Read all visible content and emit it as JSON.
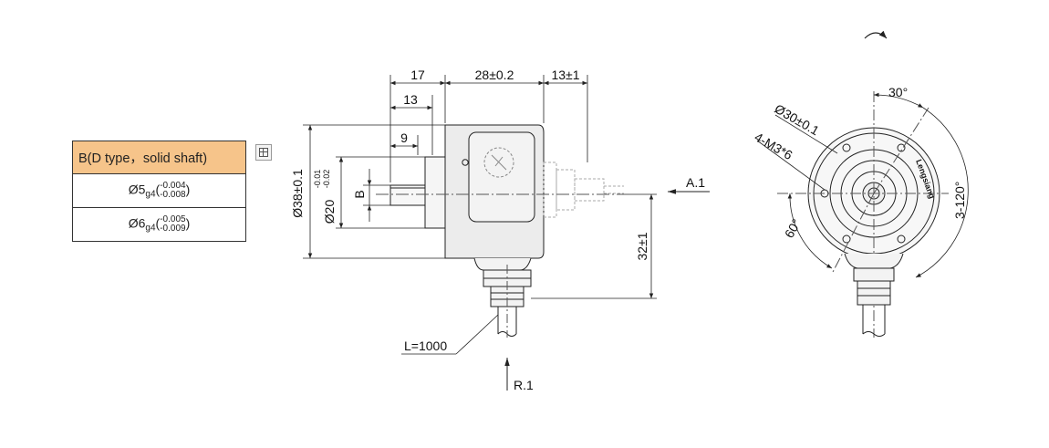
{
  "table": {
    "header": "B(D type，solid shaft)",
    "rows": [
      {
        "base": "Ø5",
        "sub": "g4",
        "tol_upper": "-0.004",
        "tol_lower": "-0.008"
      },
      {
        "base": "Ø6",
        "sub": "g4",
        "tol_upper": "-0.005",
        "tol_lower": "-0.009"
      }
    ]
  },
  "dimensions": {
    "d17": "17",
    "d28": "28±0.2",
    "d13b": "13±1",
    "d13": "13",
    "d9": "9",
    "dia38": "Ø38±0.1",
    "dia20": "Ø20",
    "dia20_tol_upper": "-0.01",
    "dia20_tol_lower": "-0.02",
    "b": "B",
    "d32": "32±1",
    "cable_length": "L=1000",
    "view_a": "A.1",
    "view_r": "R.1",
    "dia30": "Ø30±0.1",
    "holes": "4-M3*6",
    "angle30": "30°",
    "angle60": "60°",
    "angle3x120": "3-120°"
  },
  "brand_text": "Lengsiang",
  "colors": {
    "line": "#222222",
    "table_header": "#f6c48a",
    "body_fill": "#ededed"
  }
}
